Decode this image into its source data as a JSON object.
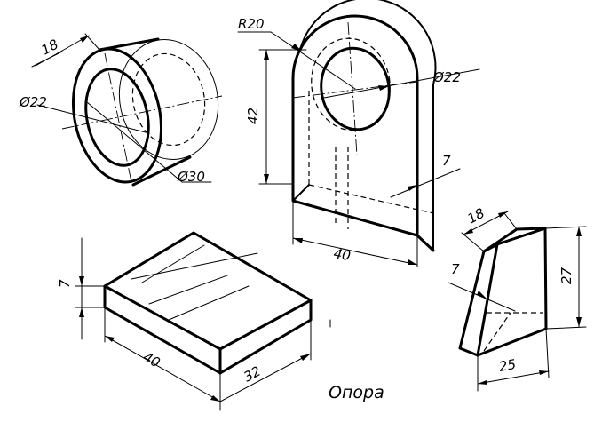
{
  "caption": "Опора",
  "parts": {
    "cylinder": {
      "dim_length": "18",
      "dim_inner_diameter": "Ø22",
      "dim_outer_diameter": "Ø30"
    },
    "upright": {
      "dim_radius": "R20",
      "dim_hole_diameter": "Ø22",
      "dim_height": "42",
      "dim_thickness": "7",
      "dim_width": "40"
    },
    "base_plate": {
      "dim_thickness": "7",
      "dim_length": "40",
      "dim_width": "32"
    },
    "rib": {
      "dim_top": "18",
      "dim_thickness": "7",
      "dim_height": "27",
      "dim_bottom": "25"
    }
  }
}
